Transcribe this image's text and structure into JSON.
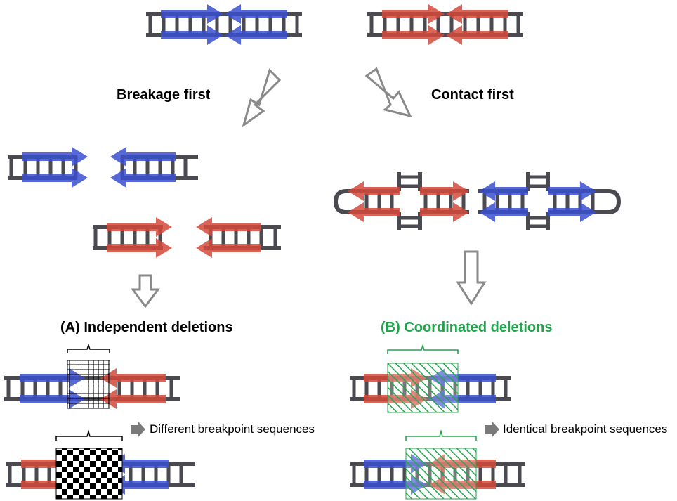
{
  "labels": {
    "breakage_first": "Breakage first",
    "contact_first": "Contact first",
    "independent": "(A) Independent deletions",
    "coordinated": "(B) Coordinated deletions",
    "different": "Different breakpoint sequences",
    "identical": "Identical breakpoint sequences"
  },
  "colors": {
    "backbone": "#4a4a50",
    "blue": "#3a4fcf",
    "red": "#d4493a",
    "outline_arrow": "#8a8a8a",
    "green": "#1fa64a",
    "grey_arrow": "#7a7a7a",
    "text": "#000000"
  }
}
